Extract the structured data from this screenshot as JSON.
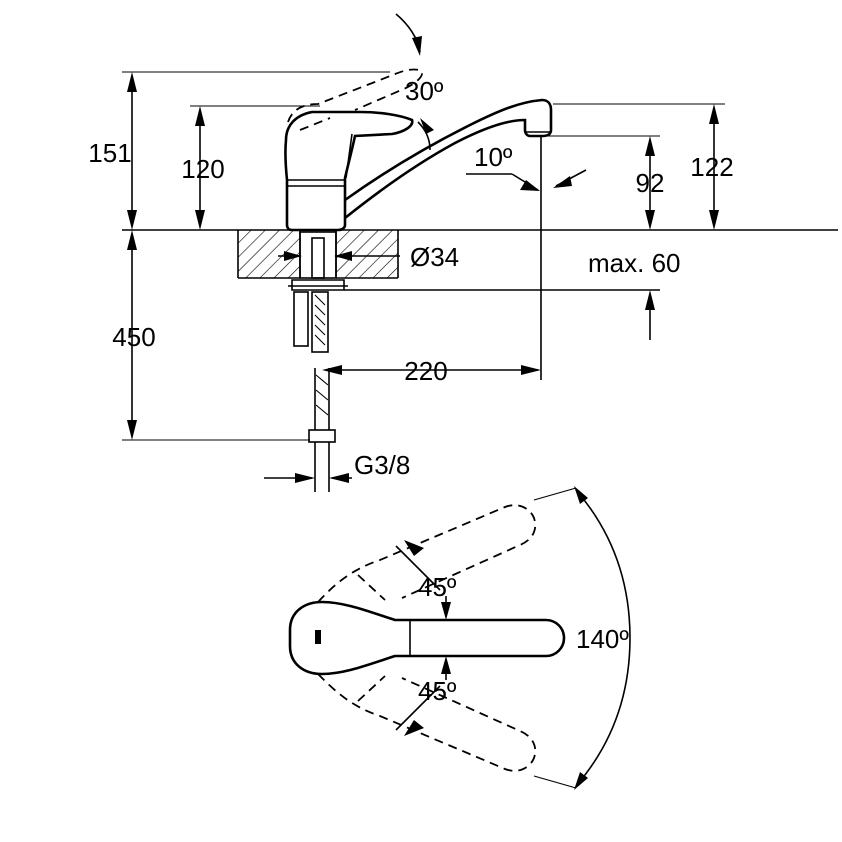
{
  "dimensions": {
    "total_height": "151",
    "lever_height": "120",
    "lever_tilt": "30º",
    "spout_angle": "10º",
    "outlet_height": "92",
    "spout_height": "122",
    "hole_diameter": "Ø34",
    "counter_thickness": "max. 60",
    "hose_length": "450",
    "spout_reach": "220",
    "connection": "G3/8"
  },
  "plan_view": {
    "angle_upper": "45º",
    "angle_lower": "45º",
    "total_swivel": "140º"
  }
}
